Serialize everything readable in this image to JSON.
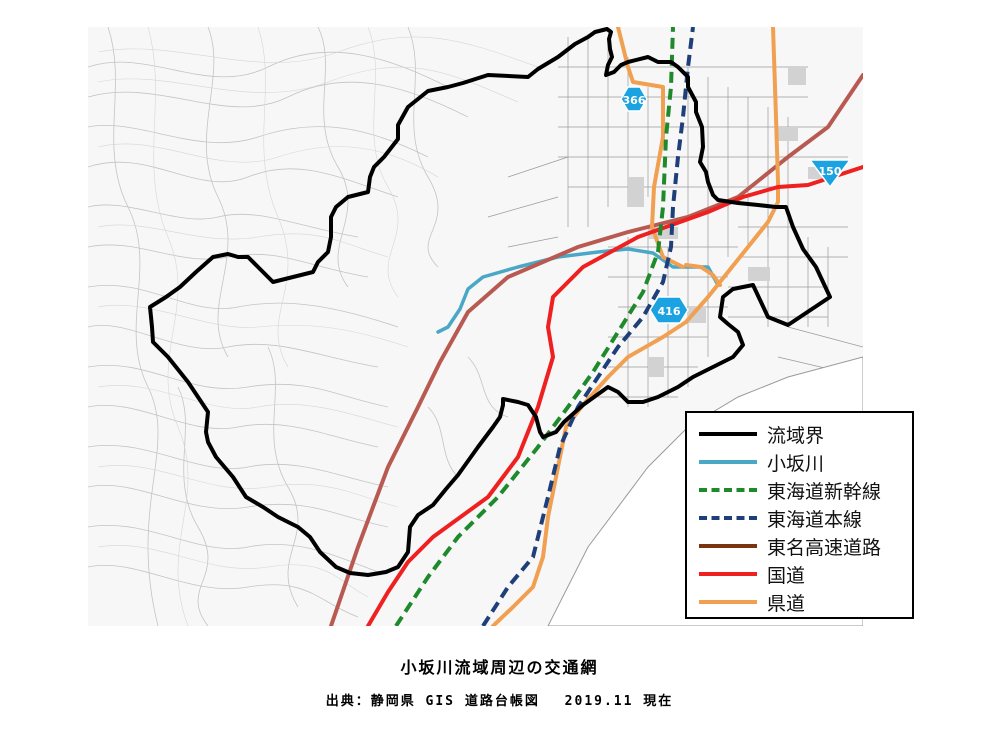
{
  "colors": {
    "basin": "#000000",
    "river": "#4aa7c6",
    "shinkansen": "#1e8a2c",
    "main_line": "#1f3f7a",
    "expressway": "#b85a52",
    "national_road": "#ee2020",
    "prefectural_road": "#f0a050",
    "route_badge": "#1aa3e0"
  },
  "route_badges": {
    "r366": "366",
    "r150": "150",
    "r416": "416"
  },
  "legend": {
    "items": [
      {
        "label": "流域界",
        "color": "#000000",
        "style": "solid"
      },
      {
        "label": "小坂川",
        "color": "#4aa7c6",
        "style": "solid"
      },
      {
        "label": "東海道新幹線",
        "color": "#1e8a2c",
        "style": "dashed"
      },
      {
        "label": "東海道本線",
        "color": "#1f3f7a",
        "style": "dashed"
      },
      {
        "label": "東名高速道路",
        "color": "#7a3412",
        "style": "solid"
      },
      {
        "label": "国道",
        "color": "#ee2020",
        "style": "solid"
      },
      {
        "label": "県道",
        "color": "#f0a050",
        "style": "solid"
      }
    ]
  },
  "caption": {
    "title": "小坂川流域周辺の交通網",
    "source": "出典：静岡県 GIS 道路台帳図　 2019.11 現在"
  }
}
